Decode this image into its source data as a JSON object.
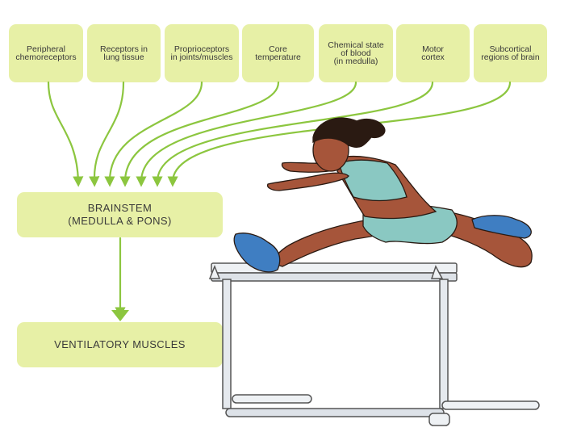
{
  "diagram": {
    "sources": [
      {
        "line1": "Peripheral",
        "line2": "chemoreceptors",
        "line3": ""
      },
      {
        "line1": "Receptors in",
        "line2": "lung tissue",
        "line3": ""
      },
      {
        "line1": "Proprioceptors",
        "line2": "in joints/muscles",
        "line3": ""
      },
      {
        "line1": "Core",
        "line2": "temperature",
        "line3": ""
      },
      {
        "line1": "Chemical state",
        "line2": "of blood",
        "line3": "(in medulla)"
      },
      {
        "line1": "Motor",
        "line2": "cortex",
        "line3": ""
      },
      {
        "line1": "Subcortical",
        "line2": "regions of brain",
        "line3": ""
      }
    ],
    "brainstem": {
      "line1": "BRAINSTEM",
      "line2": "(MEDULLA & PONS)"
    },
    "muscles": {
      "label": "VENTILATORY MUSCLES"
    }
  },
  "colors": {
    "box_fill": "#e7f0a6",
    "arrow": "#8cc63f",
    "text": "#3a3a3a"
  },
  "illustration": {
    "subject": "athlete-jumping-hurdle"
  }
}
